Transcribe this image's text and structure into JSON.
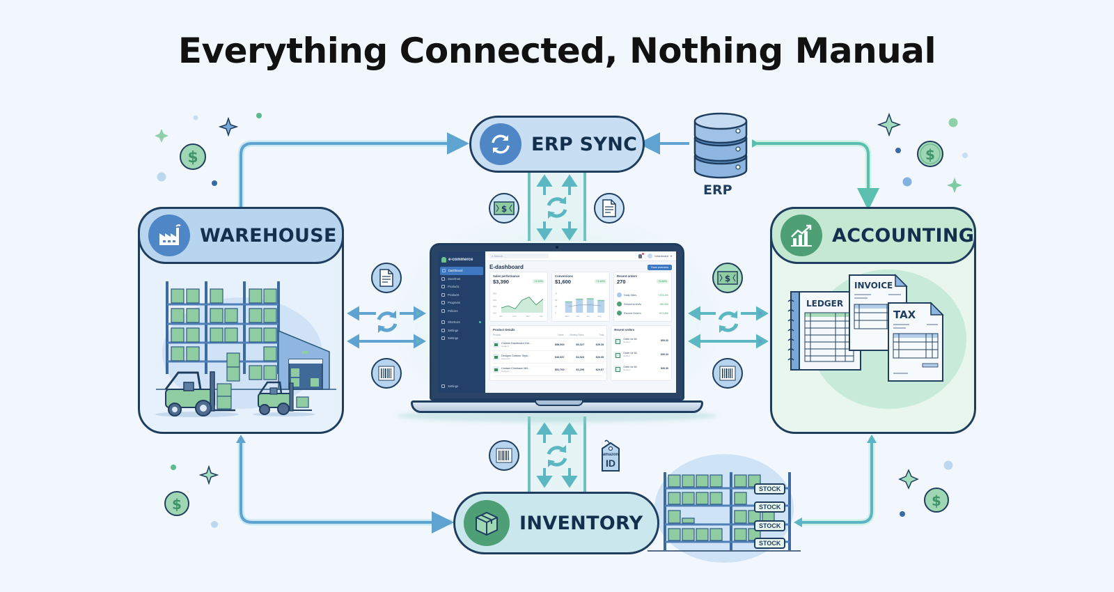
{
  "title": "Everything Connected, Nothing Manual",
  "colors": {
    "background": "#f1f7fc",
    "outline": "#1f3d5e",
    "blue_flow": "#5fa4d0",
    "teal_flow": "#5bbfb0",
    "green_accent": "#5daf82",
    "warehouse_fill": "#dcebf9",
    "accounting_fill": "#dff2e6",
    "inventory_fill": "#cfe9ee"
  },
  "nodes": {
    "erp_sync": {
      "label": "ERP SYNC",
      "icon": "sync-icon"
    },
    "warehouse": {
      "label": "WAREHOUSE",
      "icon": "factory-icon"
    },
    "accounting": {
      "label": "ACCOUNTING",
      "icon": "growth-chart-icon",
      "documents": [
        "LEDGER",
        "INVOICE",
        "TAX"
      ]
    },
    "inventory": {
      "label": "INVENTORY",
      "icon": "box-icon",
      "shelf_tags": [
        "STOCK",
        "STOCK",
        "STOCK",
        "STOCK"
      ]
    },
    "erp_database": {
      "label": "ERP",
      "icon": "database-icon"
    }
  },
  "connectors": {
    "top": {
      "left_icon": "money-icon",
      "right_icon": "document-icon"
    },
    "left": {
      "top_icon": "document-icon",
      "bottom_icon": "barcode-icon"
    },
    "right": {
      "top_icon": "money-icon",
      "bottom_icon": "barcode-icon"
    },
    "bottom": {
      "left_icon": "barcode-icon",
      "right_icon": "id-tag-icon",
      "tag_small": "amazon",
      "tag_big": "ID"
    }
  },
  "dashboard": {
    "brand": "e-commerce",
    "search_placeholder": "Search",
    "user": "Dashboard",
    "heading": "E-dashboard",
    "action_button": "Team overview",
    "sidebar": [
      {
        "label": "Dashboard",
        "active": true
      },
      {
        "label": "Storefront"
      },
      {
        "label": "Products"
      },
      {
        "label": "Products"
      },
      {
        "label": "Programs"
      },
      {
        "label": "Policies"
      },
      {
        "label": "Shortcuts",
        "dot": true
      },
      {
        "label": "Settings"
      },
      {
        "label": "Settings"
      }
    ],
    "sidebar_bottom": "Settings",
    "cards": [
      {
        "title": "Sales performance",
        "value": "$3,390",
        "change": "+3.59%",
        "axis": [
          "300",
          "200",
          "200",
          "100"
        ],
        "x": [
          "Jan",
          "Feb",
          "Mar",
          "Apr"
        ],
        "line": [
          0.25,
          0.35,
          0.2,
          0.65,
          0.8,
          0.4,
          0.7
        ]
      },
      {
        "title": "Conversions",
        "value": "$1,600",
        "change": "+3.38%",
        "axis": [
          "75",
          "50",
          "25",
          "0"
        ],
        "x": [
          "Mon",
          "Jun",
          "Jul",
          "Aug"
        ],
        "bars": [
          0.58,
          0.72,
          0.74,
          0.65
        ]
      },
      {
        "title": "Recent orders",
        "value": "270",
        "change": "+5.88%",
        "list": [
          {
            "label": "Daily Miles",
            "value": "+374.4%",
            "color": "#a9c8e6"
          },
          {
            "label": "Sessions/visits",
            "value": "+80.6%",
            "color": "#4e9e76"
          },
          {
            "label": "Recent Orders",
            "value": "+5.5.8%",
            "color": "#4e9e76"
          }
        ]
      }
    ],
    "products": {
      "title": "Product Details",
      "columns": [
        "Product",
        "Sales",
        "Monthly Sales",
        "Total"
      ],
      "rows": [
        {
          "name": "Custom Dashboard Gid...",
          "sub": "Gadgets",
          "sales": "$58,500",
          "monthly": "$5,327",
          "total": "$39.35"
        },
        {
          "name": "Designs Outdoor Style...",
          "sub": "Seasonal",
          "sales": "$46,537",
          "monthly": "$4,520",
          "total": "$20.35"
        },
        {
          "name": "Contact Clinebase Mill...",
          "sub": "Gadgets",
          "sales": "$51,700",
          "monthly": "$3,295",
          "total": "$20.57"
        }
      ]
    },
    "orders": {
      "title": "Recent orders",
      "rows": [
        {
          "name": "Order for 80",
          "sub": "Settled",
          "amount": "$53.32"
        },
        {
          "name": "Order for 80",
          "sub": "Settled",
          "amount": "$30.33"
        },
        {
          "name": "Order for 80",
          "sub": "Settled",
          "amount": "$30.30"
        }
      ]
    }
  }
}
